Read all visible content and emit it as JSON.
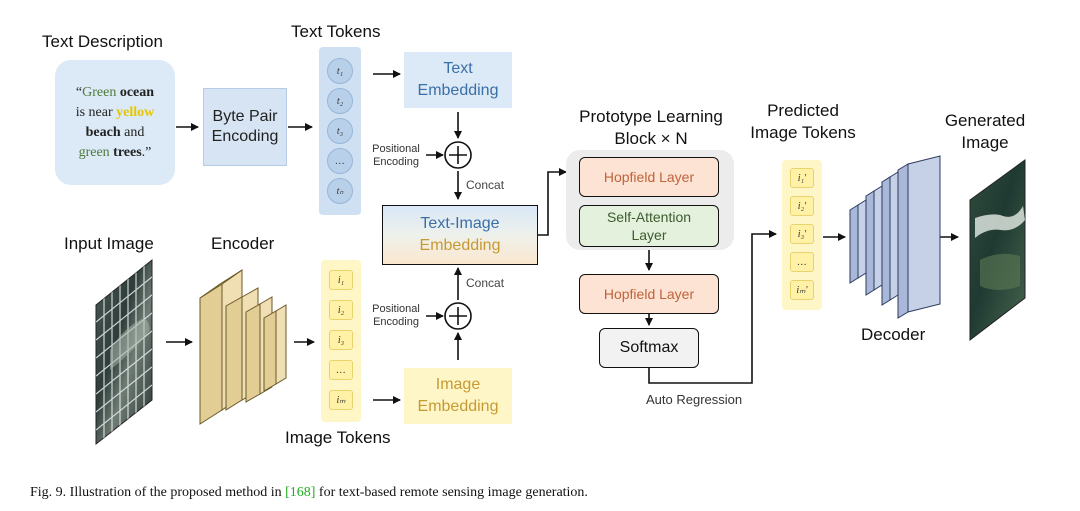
{
  "labels": {
    "text_description": "Text Description",
    "text_tokens": "Text Tokens",
    "input_image": "Input Image",
    "encoder": "Encoder",
    "image_tokens": "Image Tokens",
    "prototype_block_line1": "Prototype Learning",
    "prototype_block_line2": "Block × N",
    "predicted_line1": "Predicted",
    "predicted_line2": "Image Tokens",
    "generated_line1": "Generated",
    "generated_line2": "Image",
    "decoder": "Decoder",
    "positional_top_1": "Positional",
    "positional_top_2": "Encoding",
    "positional_bottom_1": "Positional",
    "positional_bottom_2": "Encoding",
    "concat_top": "Concat",
    "concat_bottom": "Concat",
    "auto_regression": "Auto Regression"
  },
  "text_box": {
    "open_quote": "“",
    "w1": "Green",
    "w2": "ocean",
    "w3": "is near",
    "w4": "yellow",
    "w5": "beach",
    "w6": "and",
    "w7": "green",
    "w8": "trees",
    "end": ".”"
  },
  "boxes": {
    "bpe_line1": "Byte Pair",
    "bpe_line2": "Encoding",
    "text_emb_line1": "Text",
    "text_emb_line2": "Embedding",
    "ti_emb_line1": "Text-Image",
    "ti_emb_line2": "Embedding",
    "image_emb_line1": "Image",
    "image_emb_line2": "Embedding",
    "hopfield_1": "Hopfield Layer",
    "self_attn_line1": "Self-Attention",
    "self_attn_line2": "Layer",
    "hopfield_2": "Hopfield Layer",
    "softmax": "Softmax"
  },
  "tokens": {
    "text": [
      "t₁",
      "t₂",
      "t₃",
      "…",
      "tₙ"
    ],
    "image": [
      "i₁",
      "i₂",
      "i₃",
      "…",
      "iₘ"
    ],
    "predicted": [
      "i₁'",
      "i₂'",
      "i₃'",
      "…",
      "iₘ'"
    ]
  },
  "caption": {
    "prefix": "Fig. 9.   Illustration of the proposed method in ",
    "ref": "[168]",
    "suffix": " for text-based remote sensing image generation."
  },
  "colors": {
    "text_blue": "#dce9f6",
    "token_blue": "#cfe0f2",
    "image_yellow": "#fff6c8",
    "hopfield_orange": "#fde3d3",
    "self_attn_green": "#e4f1dc",
    "encoder_tan": "#e8d6a6",
    "decoder_blue": "#b7c4e0"
  }
}
